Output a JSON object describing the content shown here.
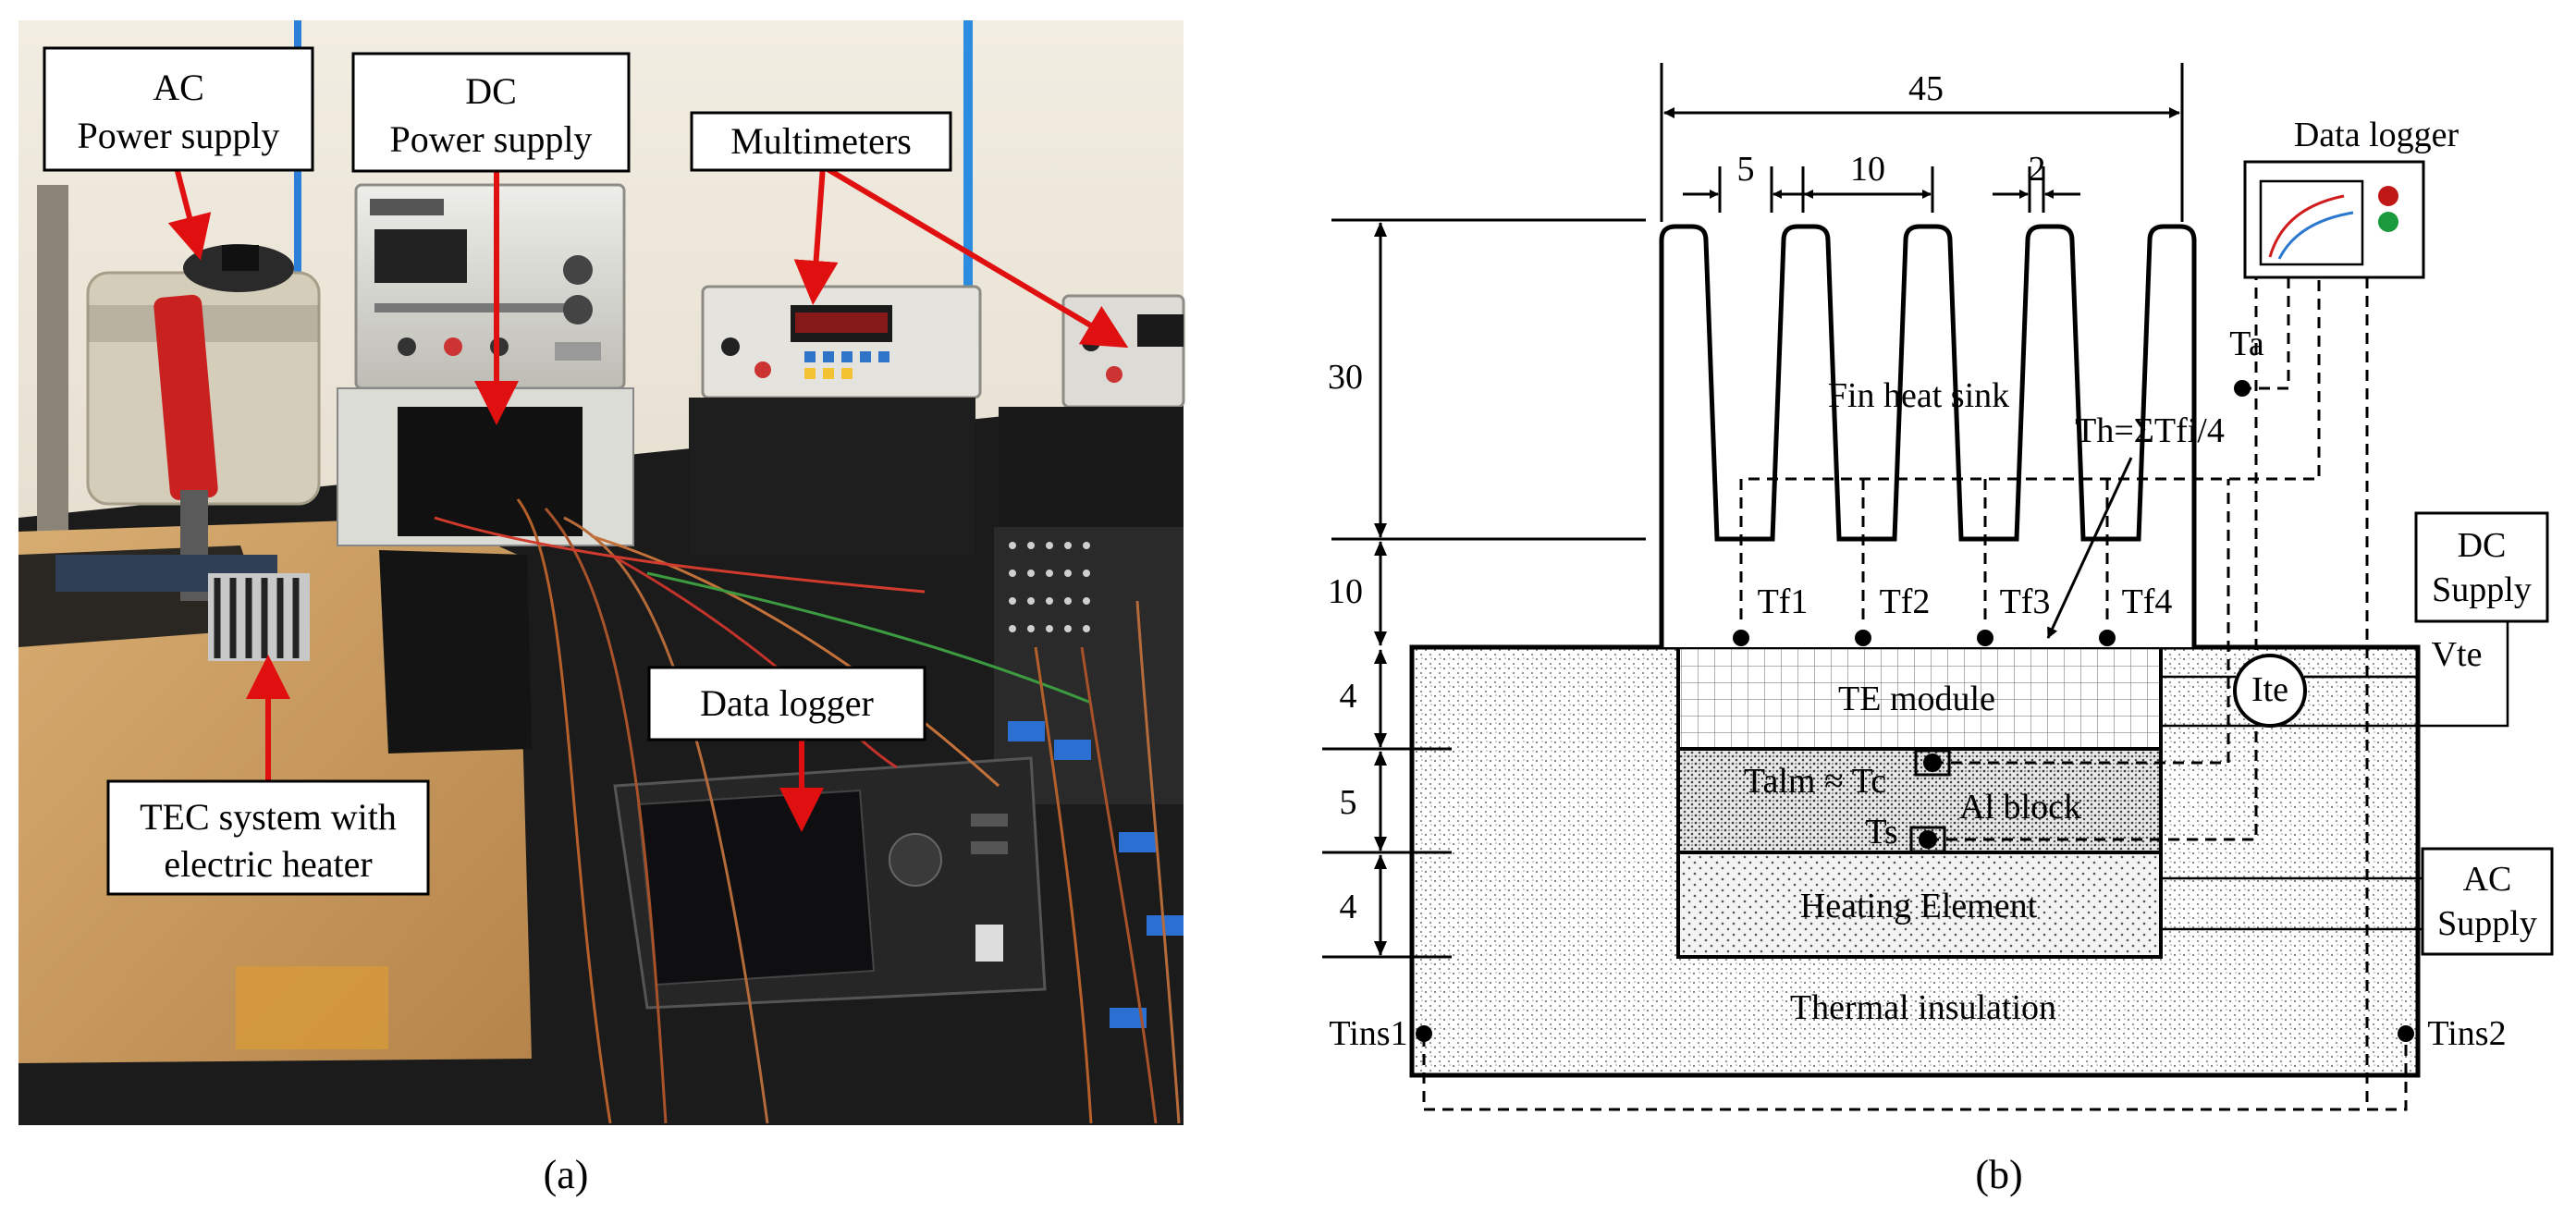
{
  "panel_a": {
    "caption": "(a)",
    "labels": {
      "ac_line1": "AC",
      "ac_line2": "Power supply",
      "dc_line1": "DC",
      "dc_line2": "Power supply",
      "multimeters": "Multimeters",
      "data_logger": "Data logger",
      "tec_line1": "TEC system with",
      "tec_line2": "electric heater"
    }
  },
  "panel_b": {
    "caption": "(b)",
    "dimensions": {
      "width_total": "45",
      "fin_thickness": "5",
      "fin_gap": "10",
      "fin_tip": "2",
      "fin_height": "30",
      "base_height": "10",
      "te_height": "4",
      "al_height": "5",
      "heater_height": "4"
    },
    "labels": {
      "fin_heat_sink": "Fin heat sink",
      "te_module": "TE module",
      "al_block": "Al block",
      "heating_element": "Heating Element",
      "thermal_insulation": "Thermal insulation",
      "data_logger": "Data logger",
      "dc_line1": "DC",
      "dc_line2": "Supply",
      "ac_line1": "AC",
      "ac_line2": "Supply",
      "th_formula": "Th=ΣTfi/4",
      "t_alm": "Talm ≈ Tc",
      "t_s": "Ts",
      "t_a": "Ta",
      "t_f1": "Tf1",
      "t_f2": "Tf2",
      "t_f3": "Tf3",
      "t_f4": "Tf4",
      "t_ins1": "Tins1",
      "t_ins2": "Tins2",
      "i_te": "Ite",
      "v_te": "Vte"
    }
  },
  "colors": {
    "arrow_red": "#e01010",
    "bench": "#1c1c1c",
    "wall": "#e9e2d2",
    "box_tan": "#c99b5e"
  }
}
